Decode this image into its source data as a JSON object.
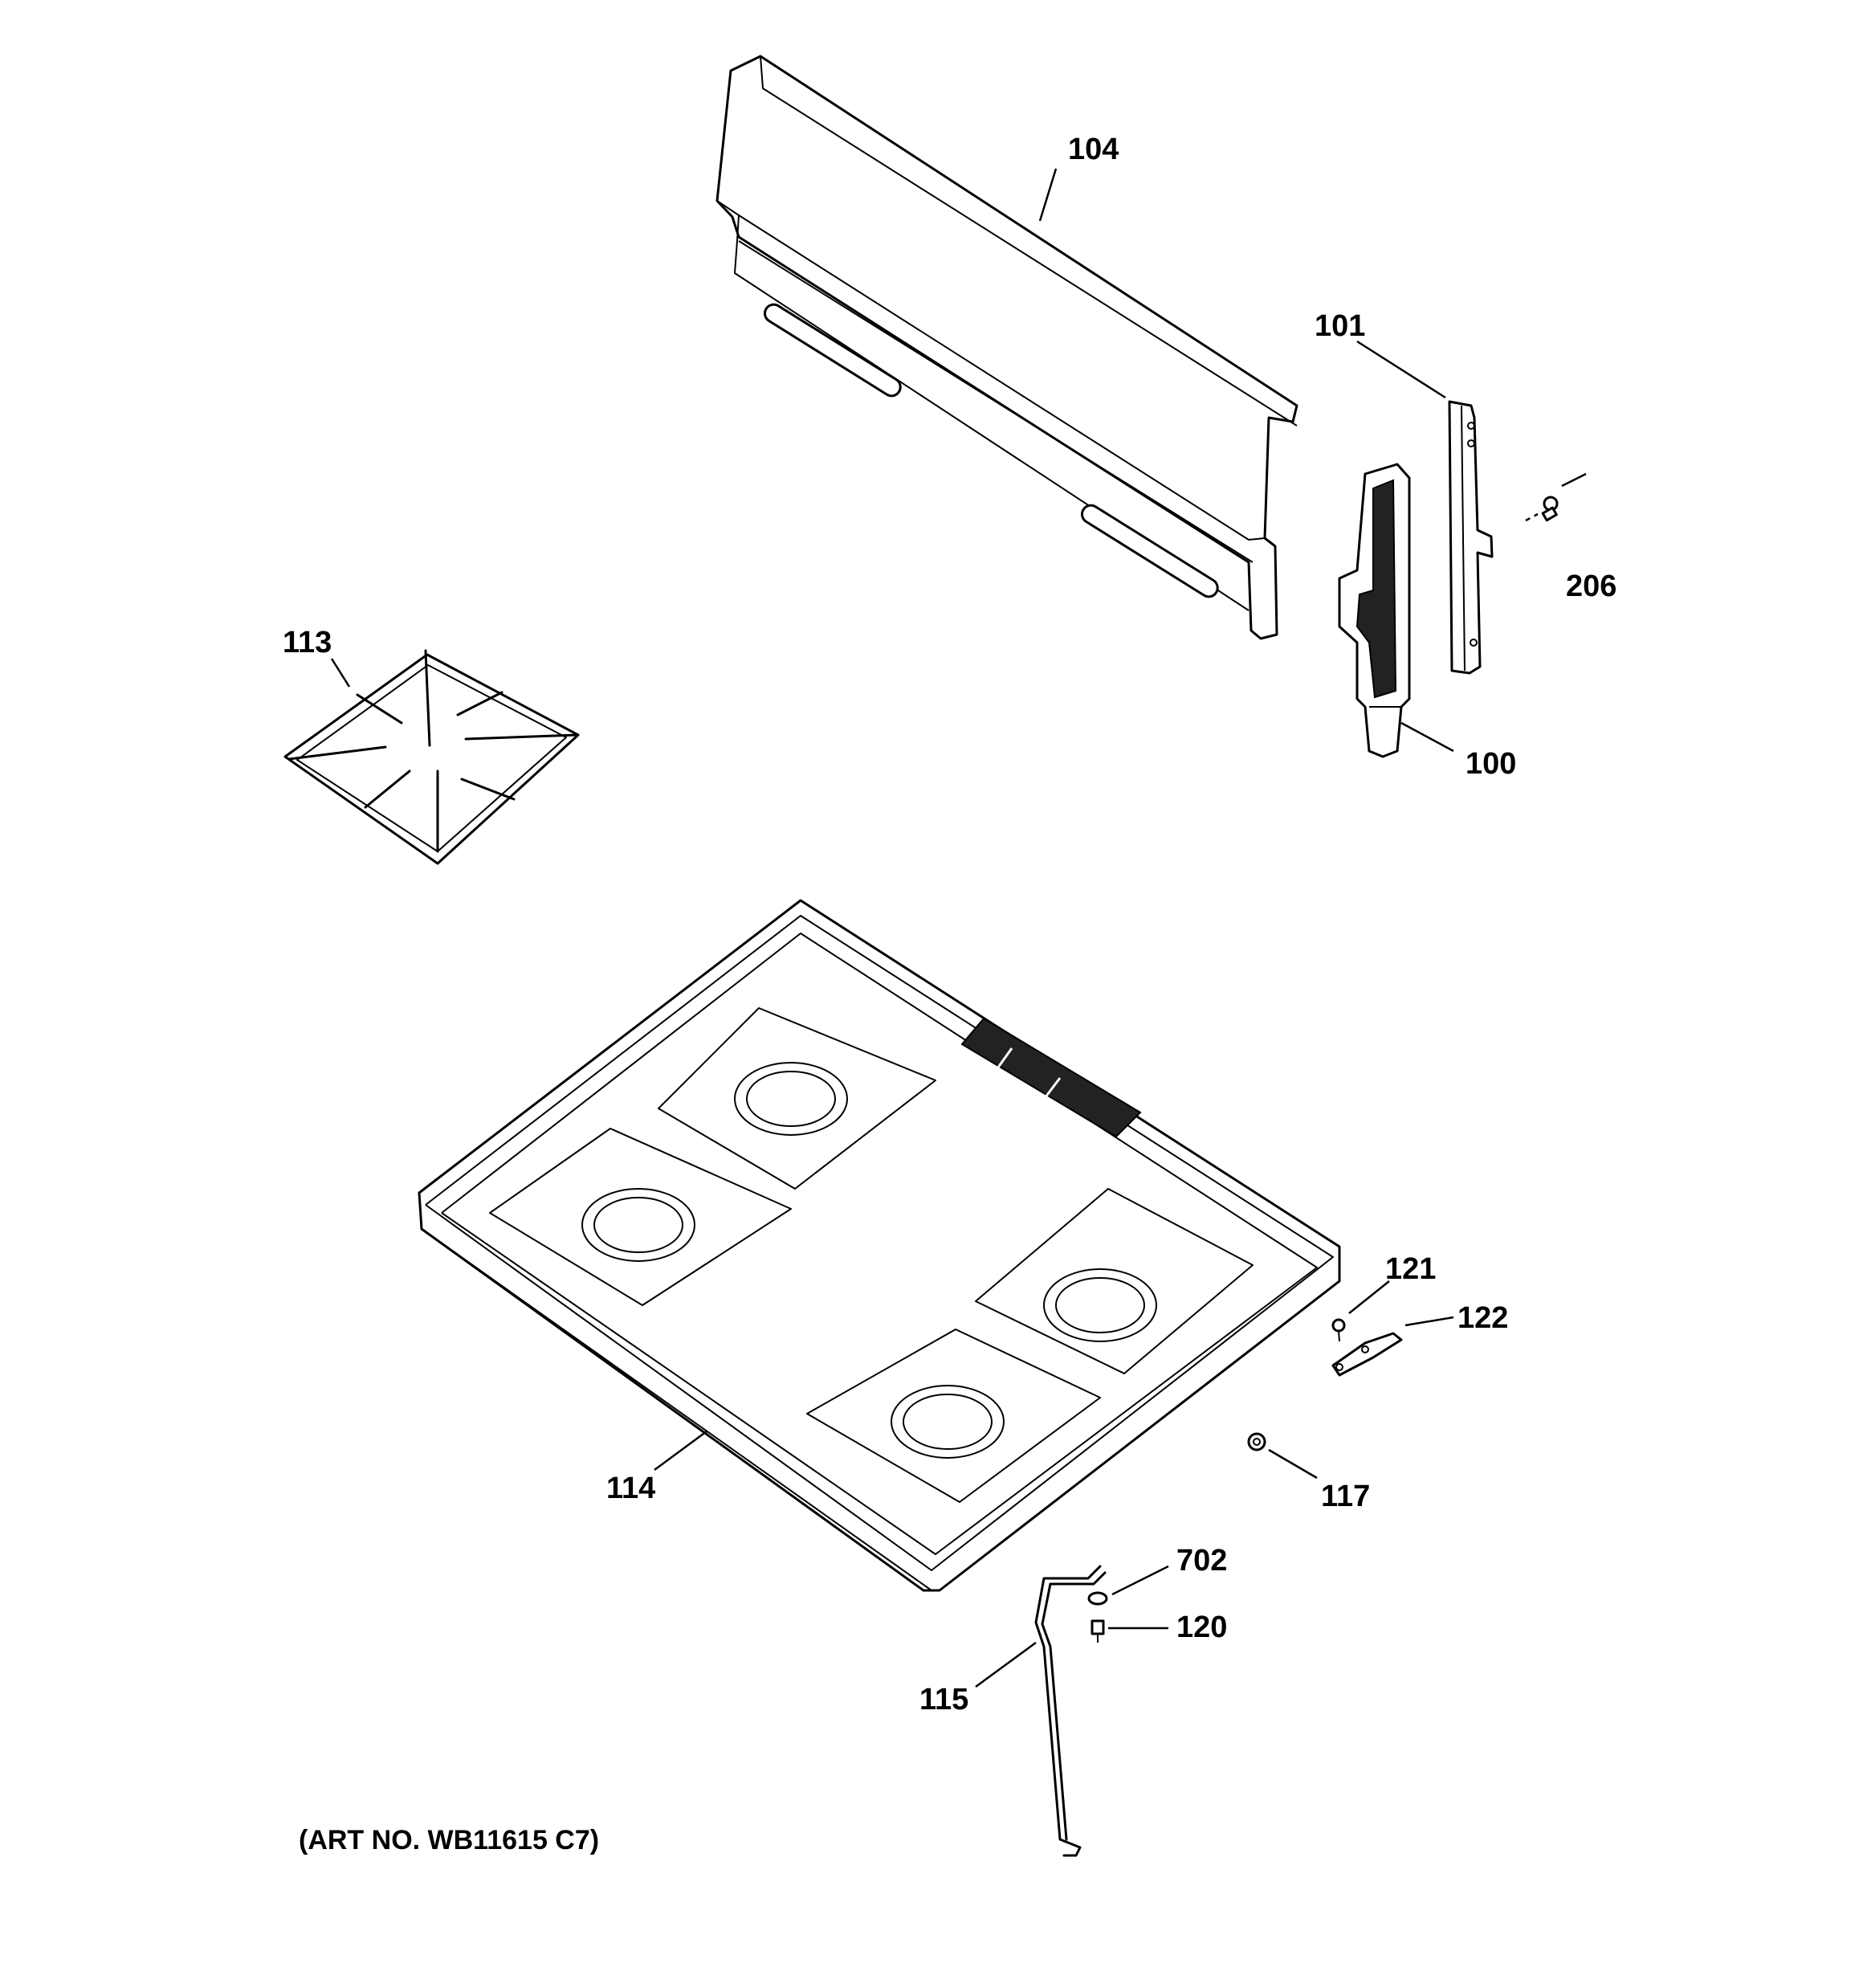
{
  "diagram": {
    "callouts": {
      "p104": "104",
      "p101": "101",
      "p206": "206",
      "p113": "113",
      "p100": "100",
      "p121": "121",
      "p122": "122",
      "p114": "114",
      "p117": "117",
      "p702": "702",
      "p120": "120",
      "p115": "115"
    },
    "art_number": "(ART NO. WB11615 C7)"
  }
}
